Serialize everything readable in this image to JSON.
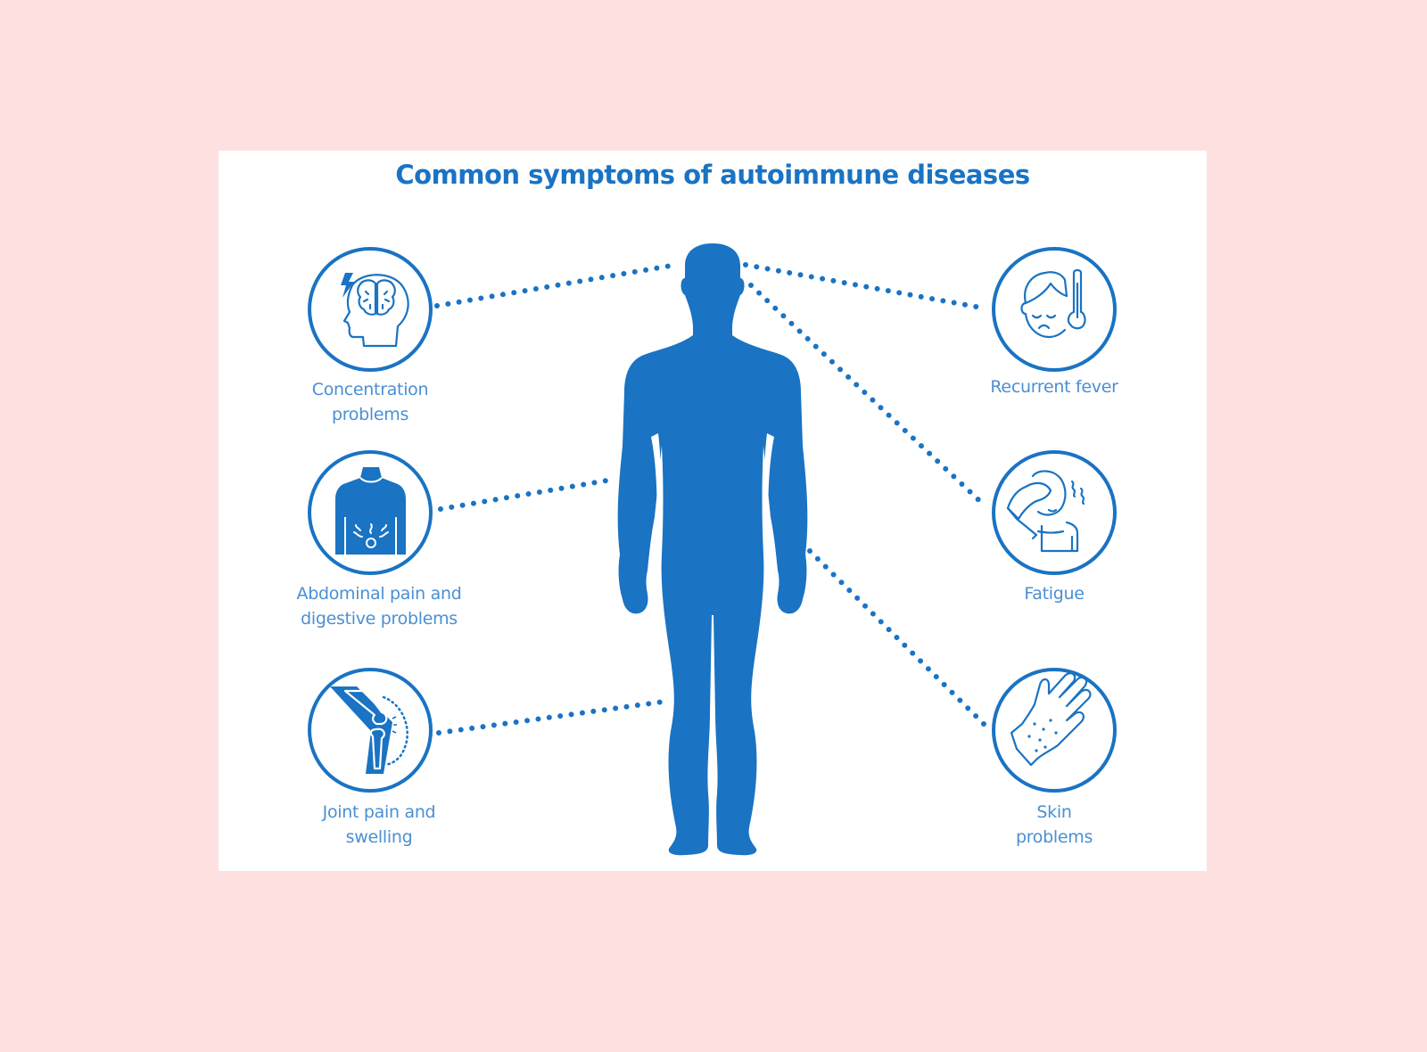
{
  "page": {
    "background_color": "#fee0e1",
    "card_color": "#ffffff",
    "accent_color": "#1a73c3",
    "label_color": "#4a8fd4"
  },
  "infographic": {
    "title": "Common symptoms of autoimmune diseases",
    "center_figure": "human-body-silhouette-icon",
    "symptoms": [
      {
        "side": "left",
        "icon": "brain-head-lightning-icon",
        "line1": "Concentration",
        "line2": "problems"
      },
      {
        "side": "left",
        "icon": "torso-abdominal-pain-icon",
        "line1": "Abdominal pain and",
        "line2": "digestive problems"
      },
      {
        "side": "left",
        "icon": "knee-joint-swelling-icon",
        "line1": "Joint pain and",
        "line2": "swelling"
      },
      {
        "side": "right",
        "icon": "face-thermometer-fever-icon",
        "line1": "Recurrent fever",
        "line2": ""
      },
      {
        "side": "right",
        "icon": "tired-person-hand-on-head-icon",
        "line1": "Fatigue",
        "line2": ""
      },
      {
        "side": "right",
        "icon": "hand-skin-rash-icon",
        "line1": "Skin",
        "line2": "problems"
      }
    ]
  }
}
